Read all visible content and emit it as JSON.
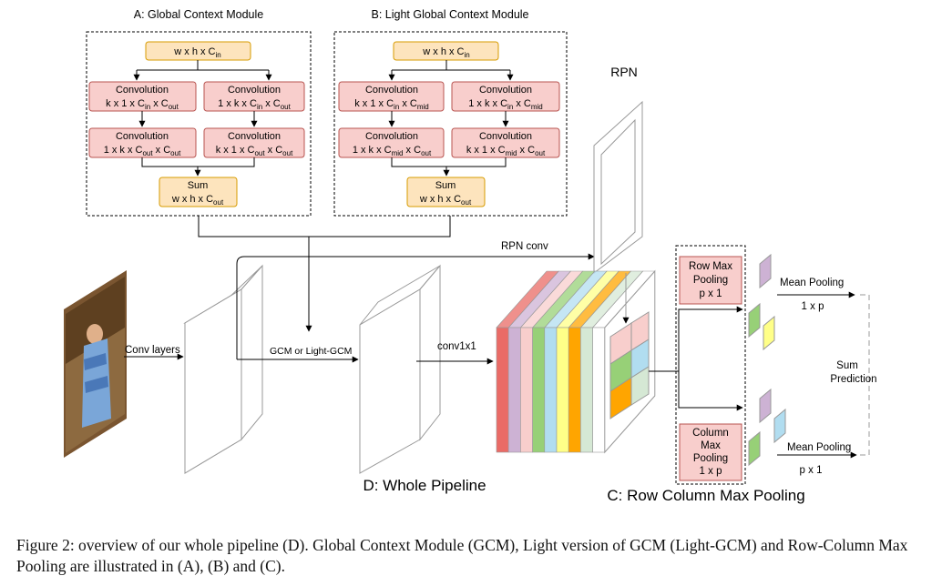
{
  "panels": {
    "a_title": "A: Global Context Module",
    "b_title": "B: Light Global Context Module",
    "rpn_label": "RPN",
    "d_title": "D: Whole Pipeline",
    "c_title": "C: Row Column Max Pooling"
  },
  "gcm": {
    "input": {
      "main": "w x h x C",
      "sub": "in"
    },
    "left_conv1": {
      "title": "Convolution",
      "parts": [
        [
          "k x 1 x C",
          ""
        ],
        [
          "in",
          "sub"
        ],
        [
          " x C",
          ""
        ],
        [
          "out",
          "sub"
        ]
      ]
    },
    "right_conv1": {
      "title": "Convolution",
      "parts": [
        [
          "1 x k x C",
          ""
        ],
        [
          "in",
          "sub"
        ],
        [
          " x C",
          ""
        ],
        [
          "out",
          "sub"
        ]
      ]
    },
    "left_conv2": {
      "title": "Convolution",
      "parts": [
        [
          "1 x k  x C",
          ""
        ],
        [
          "out",
          "sub"
        ],
        [
          " x C",
          ""
        ],
        [
          "out",
          "sub"
        ]
      ]
    },
    "right_conv2": {
      "title": "Convolution",
      "parts": [
        [
          "k x 1 x C",
          ""
        ],
        [
          "out",
          "sub"
        ],
        [
          " x C",
          ""
        ],
        [
          "out",
          "sub"
        ]
      ]
    },
    "sum": {
      "title": "Sum",
      "parts": [
        [
          "w x h x C",
          ""
        ],
        [
          "out",
          "sub"
        ]
      ]
    }
  },
  "lgcm": {
    "input": {
      "main": "w x h x C",
      "sub": "in"
    },
    "left_conv1": {
      "title": "Convolution",
      "parts": [
        [
          "k x 1 x C",
          ""
        ],
        [
          "in",
          "sub"
        ],
        [
          " x C",
          ""
        ],
        [
          "mid",
          "sub"
        ]
      ]
    },
    "right_conv1": {
      "title": "Convolution",
      "parts": [
        [
          "1 x k x C",
          ""
        ],
        [
          "in",
          "sub"
        ],
        [
          " x C",
          ""
        ],
        [
          "mid",
          "sub"
        ]
      ]
    },
    "left_conv2": {
      "title": "Convolution",
      "parts": [
        [
          "1 x k  x C",
          ""
        ],
        [
          "mid",
          "sub"
        ],
        [
          " x C",
          ""
        ],
        [
          "out",
          "sub"
        ]
      ]
    },
    "right_conv2": {
      "title": "Convolution",
      "parts": [
        [
          "k x 1 x C",
          ""
        ],
        [
          "mid",
          "sub"
        ],
        [
          " x C",
          ""
        ],
        [
          "out",
          "sub"
        ]
      ]
    },
    "sum": {
      "title": "Sum",
      "parts": [
        [
          "w x h x C",
          ""
        ],
        [
          "out",
          "sub"
        ]
      ]
    }
  },
  "pipeline": {
    "conv_layers": "Conv layers",
    "gcm_label": "GCM or Light-GCM",
    "conv1x1": "conv1x1",
    "rpn_conv": "RPN conv"
  },
  "pooling": {
    "row_pool": [
      "Row Max",
      "Pooling",
      "p x 1"
    ],
    "col_pool": [
      "Column",
      "Max",
      "Pooling",
      "1 x p"
    ],
    "mean_top": "Mean Pooling",
    "mean_top_size": "1 x p",
    "mean_bottom": "Mean Pooling",
    "mean_bottom_size": "p x 1",
    "sum_prediction": [
      "Sum",
      "Prediction"
    ]
  },
  "colors": {
    "orange_box_fill": "#fde4bd",
    "orange_box_stroke": "#d79b00",
    "red_box_fill": "#f8cecc",
    "red_box_stroke": "#b85450",
    "slices": [
      "#ea6b66",
      "#cdb2d4",
      "#f8cecc",
      "#97d077",
      "#b1ddf0",
      "#ffff88",
      "#ffa500",
      "#d5e8d4",
      "#ffffff"
    ]
  },
  "caption": "Figure 2: overview of our whole pipeline (D). Global Context Module (GCM), Light version of GCM (Light-GCM) and Row-Column Max Pooling are illustrated in (A), (B) and (C)."
}
